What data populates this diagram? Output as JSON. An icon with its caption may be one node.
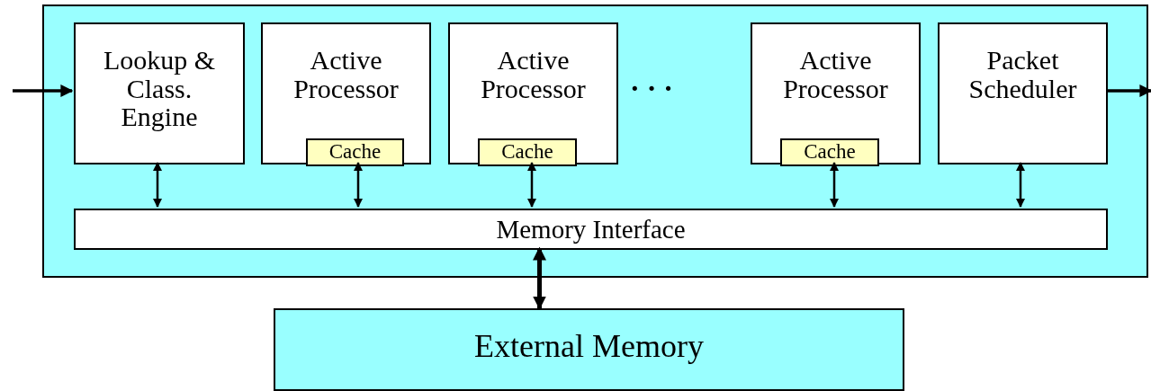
{
  "diagram": {
    "nodes": [
      {
        "text": [],
        "shape": "box"
      },
      {
        "text": [
          "Lookup & Class. Engine"
        ],
        "in": 0
      },
      {
        "text": [
          "Active Processor"
        ],
        "in": 0
      },
      {
        "text": [
          "Cache"
        ],
        "in": 2
      },
      {
        "text": [
          "Active Processor"
        ],
        "in": 0
      },
      {
        "text": [
          "Cache"
        ],
        "in": 4
      },
      {
        "text": [
          "Active Processor"
        ],
        "in": 0
      },
      {
        "text": [
          "Cache"
        ],
        "in": 6
      },
      {
        "text": [
          "Packet Scheduler"
        ],
        "in": 0
      },
      {
        "text": [
          "Memory Interface"
        ],
        "in": 0
      },
      {
        "text": [
          "External Memory"
        ]
      }
    ],
    "edges": [
      {
        "from": null,
        "to": 1,
        "arrow": "to"
      },
      {
        "from": 8,
        "to": null,
        "arrow": "to"
      },
      {
        "from": 1,
        "to": 9,
        "arrow": "both"
      },
      {
        "from": 2,
        "to": 9,
        "arrow": "both"
      },
      {
        "from": 4,
        "to": 9,
        "arrow": "both"
      },
      {
        "from": 6,
        "to": 9,
        "arrow": "both"
      },
      {
        "from": 8,
        "to": 9,
        "arrow": "both"
      },
      {
        "from": 9,
        "to": 10,
        "arrow": "both",
        "style": "thick"
      }
    ],
    "labels": [
      "· · ·"
    ]
  }
}
